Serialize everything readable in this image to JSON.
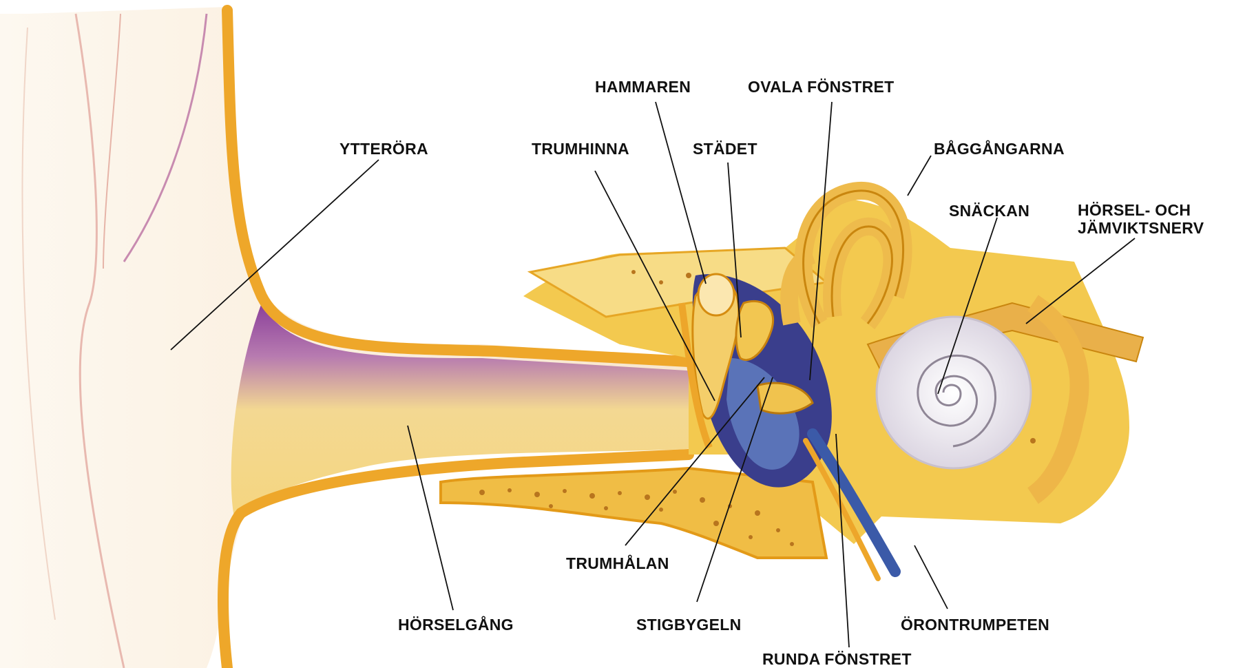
{
  "labels": {
    "ytterora": "YTTERÖRA",
    "hammaren": "HAMMAREN",
    "ovala_fonstret": "OVALA FÖNSTRET",
    "trumhinna": "TRUMHINNA",
    "stadet": "STÄDET",
    "baggangarna": "BÅGGÅNGARNA",
    "snackan": "SNÄCKAN",
    "horsel_nerv_line1": "HÖRSEL- OCH",
    "horsel_nerv_line2": "JÄMVIKTSNERV",
    "trumhalan": "TRUMHÅLAN",
    "horselgang": "HÖRSELGÅNG",
    "stigbygeln": "STIGBYGELN",
    "orontrumpeten": "ÖRONTRUMPETEN",
    "runda_fonstret": "RUNDA FÖNSTRET"
  },
  "colors": {
    "bone": "#f2c244",
    "bone_dark": "#e39a18",
    "skin": "#fbefdc",
    "canal": "#f6d98a",
    "purple": "#7a3a8a",
    "cochlea": "#eeeaf0"
  }
}
